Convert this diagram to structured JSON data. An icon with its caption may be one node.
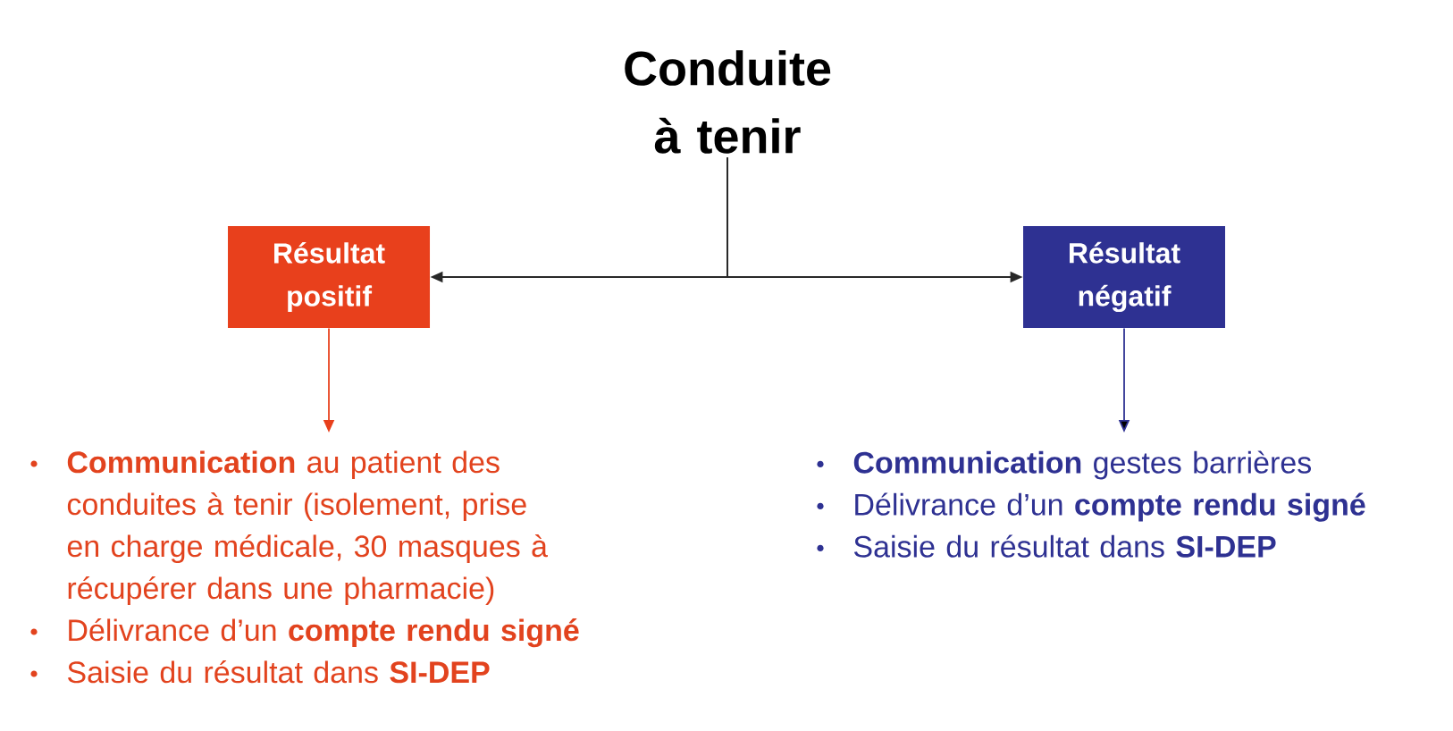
{
  "diagram": {
    "nodes": [
      {
        "text": [
          "Conduite à tenir"
        ]
      },
      {
        "text": [
          "Résultat positif"
        ]
      },
      {
        "text": [
          "Résultat négatif"
        ]
      },
      {
        "text": [
          "**Communication** au patient des conduites à tenir (isolement, prise en charge médicale, 30 masques à récupérer dans une pharmacie)",
          "Délivrance d’un **compte rendu signé**",
          "Saisie du résultat dans **SI-DEP**"
        ]
      },
      {
        "text": [
          "**Communication** gestes barrières",
          "Délivrance d’un **compte rendu signé**",
          "Saisie du résultat dans **SI-DEP**"
        ]
      }
    ],
    "edges": [
      {
        "from": 0,
        "to": 1,
        "arrow": "to"
      },
      {
        "from": 0,
        "to": 2,
        "arrow": "to"
      },
      {
        "from": 1,
        "to": 3,
        "arrow": "to",
        "color": "#e8401c"
      },
      {
        "from": 2,
        "to": 4,
        "arrow": "to",
        "color": "#2e3192"
      }
    ]
  }
}
